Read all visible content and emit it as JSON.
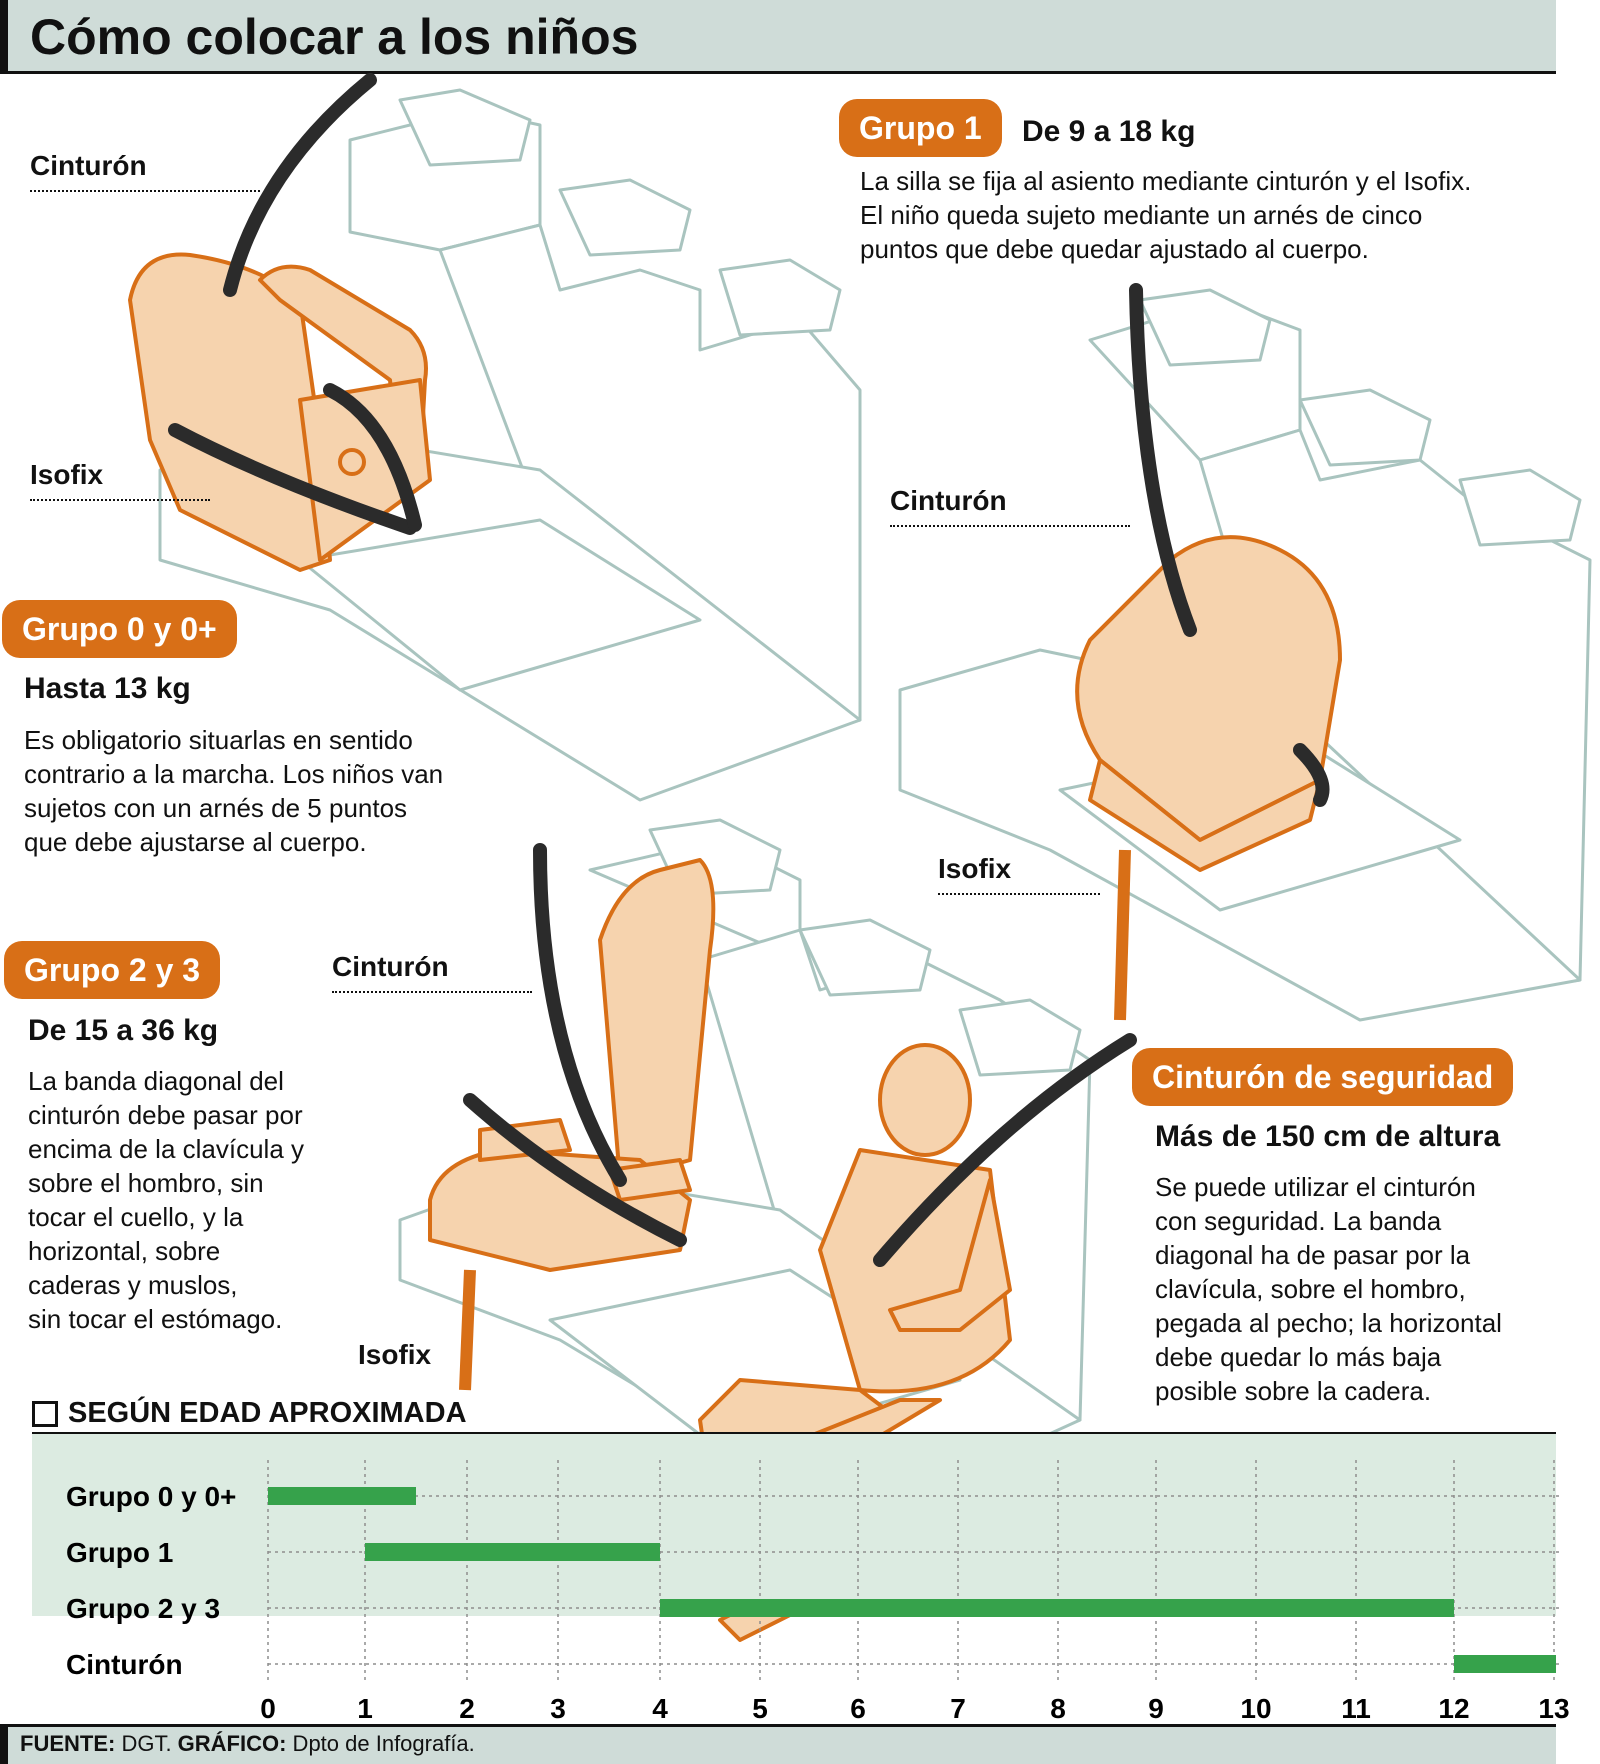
{
  "title": "Cómo colocar a los niños",
  "labels": {
    "belt": "Cinturón",
    "isofix": "Isofix"
  },
  "groups": [
    {
      "badge": "Grupo 0 y 0+",
      "weight": "Hasta 13 kg",
      "text": "Es obligatorio situarlas en sentido\ncontrario a la marcha. Los niños van\nsujetos con un arnés de 5 puntos\nque debe ajustarse al cuerpo."
    },
    {
      "badge": "Grupo 1",
      "weight": "De 9 a 18 kg",
      "text": "La silla se fija al asiento mediante cinturón y el Isofix.\nEl niño queda sujeto mediante un arnés de cinco\npuntos que debe quedar ajustado al cuerpo."
    },
    {
      "badge": "Grupo 2 y 3",
      "weight": "De 15 a 36 kg",
      "text": "La banda diagonal del\ncinturón debe pasar por\nencima de la clavícula y\nsobre el hombro, sin\ntocar el cuello, y la\nhorizontal, sobre\ncaderas y muslos,\nsin tocar el estómago."
    },
    {
      "badge": "Cinturón de seguridad",
      "weight": "Más de 150 cm de altura",
      "text": "Se puede utilizar el cinturón\ncon seguridad. La banda\ndiagonal ha de pasar por la\nclavícula, sobre el hombro,\npegada al pecho; la horizontal\ndebe quedar lo más baja\nposible sobre la cadera."
    }
  ],
  "colors": {
    "accent": "#d86f17",
    "seat_fill": "#f6d3ae",
    "bar": "#36a24b",
    "chart_bg": "#dcebe1",
    "header_bg": "#cfdcd8"
  },
  "chart_data": {
    "type": "bar",
    "orientation": "horizontal-range",
    "title": "SEGÚN EDAD APROXIMADA",
    "x_ticks": [
      0,
      1,
      2,
      3,
      4,
      5,
      6,
      7,
      8,
      9,
      10,
      11,
      12,
      13
    ],
    "xlim": [
      0,
      13.2
    ],
    "grid": true,
    "series": [
      {
        "name": "Grupo 0 y 0+",
        "start": 0,
        "end": 1.5
      },
      {
        "name": "Grupo 1",
        "start": 1,
        "end": 4
      },
      {
        "name": "Grupo 2 y 3",
        "start": 4,
        "end": 12
      },
      {
        "name": "Cinturón",
        "start": 12,
        "end": 13.2
      }
    ]
  },
  "footer": {
    "source_label": "FUENTE:",
    "source_value": " DGT. ",
    "graphic_label": "GRÁFICO:",
    "graphic_value": " Dpto de Infografía."
  }
}
